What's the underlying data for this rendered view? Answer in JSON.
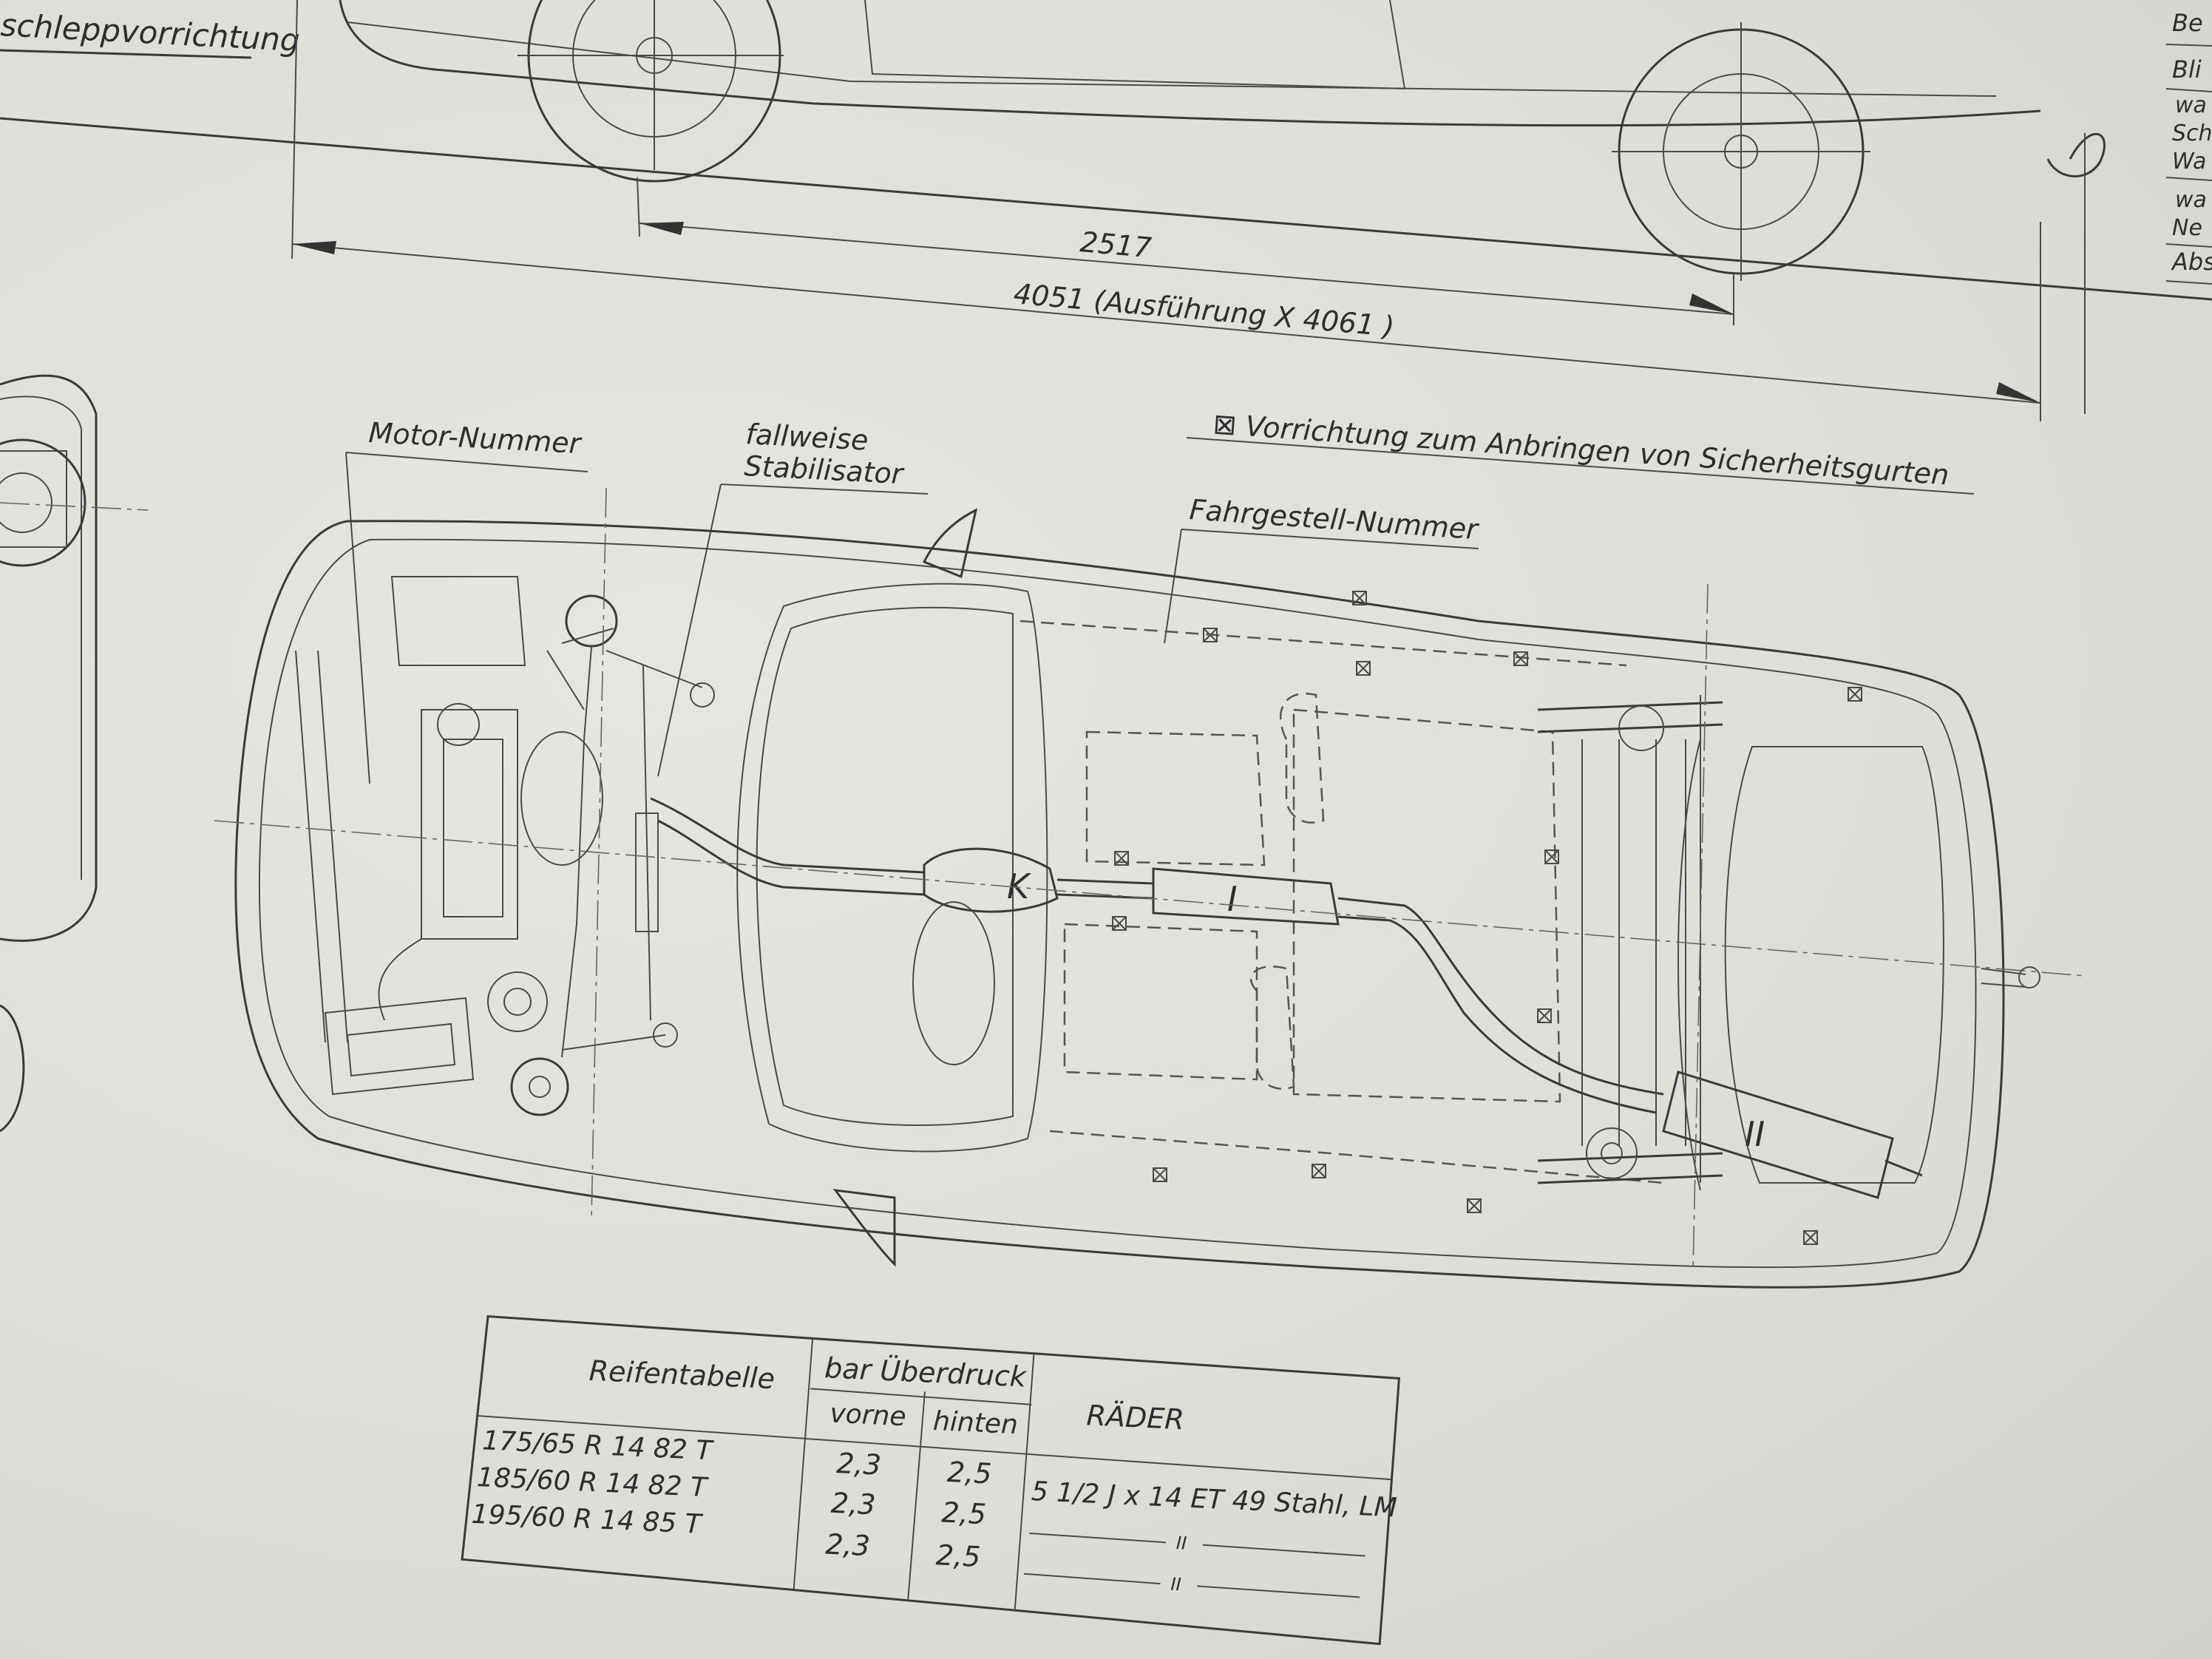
{
  "side_view": {
    "label_tow": "schleppvorrichtung",
    "dim_wheelbase": "2517",
    "dim_length": "4051 (Ausführung X 4061 )",
    "edge_labels": [
      "Be",
      "Bli",
      "wa",
      "Sch",
      "Wa",
      "wa",
      "Ne",
      "Abs"
    ]
  },
  "top_view": {
    "label_engine_number": "Motor-Nummer",
    "label_stabilizer_1": "fallweise",
    "label_stabilizer_2": "Stabilisator",
    "label_seatbelt": "⊠ Vorrichtung zum Anbringen von Sicherheitsgurten",
    "label_chassis_number": "Fahrgestell-Nummer",
    "marker_k": "K",
    "marker_i": "I",
    "marker_ii": "II"
  },
  "tire_table": {
    "header_tires": "Reifentabelle",
    "header_pressure": "bar Überdruck",
    "header_front": "vorne",
    "header_rear": "hinten",
    "header_wheels": "RÄDER",
    "rows": [
      {
        "size": "175/65 R 14 82 T",
        "front": "2,3",
        "rear": "2,5"
      },
      {
        "size": "185/60 R 14 82 T",
        "front": "2,3",
        "rear": "2,5"
      },
      {
        "size": "195/60 R 14 85 T",
        "front": "2,3",
        "rear": "2,5"
      }
    ],
    "wheel_spec": "5 1/2 J x 14 ET 49 Stahl, LM",
    "wheel_mark": "II"
  }
}
